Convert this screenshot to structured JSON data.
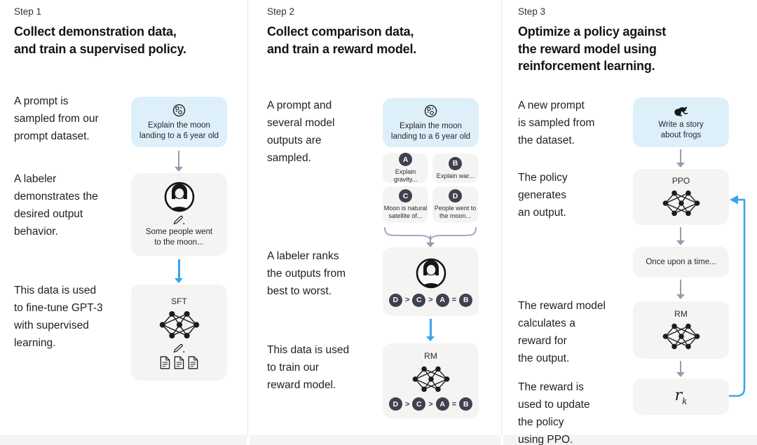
{
  "ranking": [
    "D",
    ">",
    "C",
    ">",
    "A",
    "=",
    "B"
  ],
  "colors": {
    "prompt_box_blue": "#ddf0fa",
    "process_box_gray": "#f4f4f3",
    "badge_slate": "#40414f",
    "arrow_gray": "#9b99ae",
    "arrow_blue": "#36a4ee"
  },
  "steps": [
    {
      "label": "Step 1",
      "title": "Collect demonstration data,\nand train a supervised policy.",
      "paragraphs": [
        "A prompt is\nsampled from our\nprompt dataset.",
        "A labeler\ndemonstrates the\ndesired output\nbehavior.",
        "This data is used\nto fine-tune GPT-3\nwith supervised\nlearning."
      ],
      "diagram": {
        "prompt_icon": "moon-icon",
        "prompt_text": "Explain the moon\nlanding to a 6 year old",
        "labeler_icon": "labeler-avatar-icon",
        "edit_icon": "pencil-icon",
        "demo_text": "Some people went\nto the moon...",
        "model_label": "SFT",
        "model_icon": "neural-network-icon",
        "docs_icon": "documents-icon"
      }
    },
    {
      "label": "Step 2",
      "title": "Collect comparison data,\nand train a reward model.",
      "paragraphs": [
        "A prompt and\nseveral model\noutputs are\nsampled.",
        "A labeler ranks\nthe outputs from\nbest to worst.",
        "This data is used\nto train our\nreward model."
      ],
      "diagram": {
        "prompt_icon": "moon-icon",
        "prompt_text": "Explain the moon\nlanding to a 6 year old",
        "outputs": [
          {
            "letter": "A",
            "text": "Explain gravity..."
          },
          {
            "letter": "B",
            "text": "Explain war..."
          },
          {
            "letter": "C",
            "text": "Moon is natural\nsatellite of..."
          },
          {
            "letter": "D",
            "text": "People went to\nthe moon..."
          }
        ],
        "labeler_icon": "labeler-avatar-icon",
        "model_label": "RM",
        "model_icon": "neural-network-icon"
      }
    },
    {
      "label": "Step 3",
      "title": "Optimize a policy against\nthe reward model using\nreinforcement learning.",
      "paragraphs": [
        "A new prompt\nis sampled from\nthe dataset.",
        "The policy\ngenerates\nan output.",
        "The reward model\ncalculates a\nreward for\nthe output.",
        "The reward is\nused to update\nthe policy\nusing PPO."
      ],
      "diagram": {
        "prompt_icon": "frog-icon",
        "prompt_text": "Write a story\nabout frogs",
        "policy_label": "PPO",
        "policy_icon": "neural-network-icon",
        "output_text": "Once upon a time...",
        "model_label": "RM",
        "model_icon": "neural-network-icon",
        "reward_base": "r",
        "reward_sub": "k"
      }
    }
  ]
}
